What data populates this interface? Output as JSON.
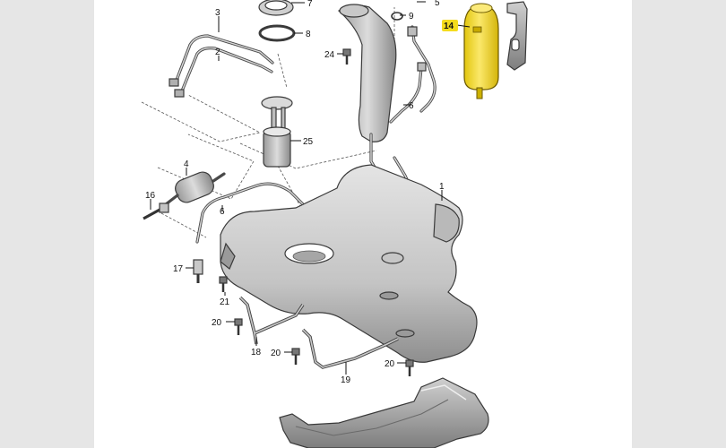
{
  "diagram": {
    "background_color": "#e6e6e6",
    "panel_color": "#ffffff",
    "highlight_color": "#f5dc1e",
    "part_fill": "#d5d5d5",
    "part_shade": "#9a9a9a",
    "part_labels": {
      "p1": "1",
      "p2": "2",
      "p3": "3",
      "p4": "4",
      "p5": "5",
      "p6a": "6",
      "p6b": "6",
      "p7": "7",
      "p8": "8",
      "p9": "9",
      "p14": "14",
      "p16": "16",
      "p17": "17",
      "p18": "18",
      "p19": "19",
      "p20a": "20",
      "p20b": "20",
      "p20c": "20",
      "p21": "21",
      "p24": "24",
      "p25": "25"
    }
  }
}
